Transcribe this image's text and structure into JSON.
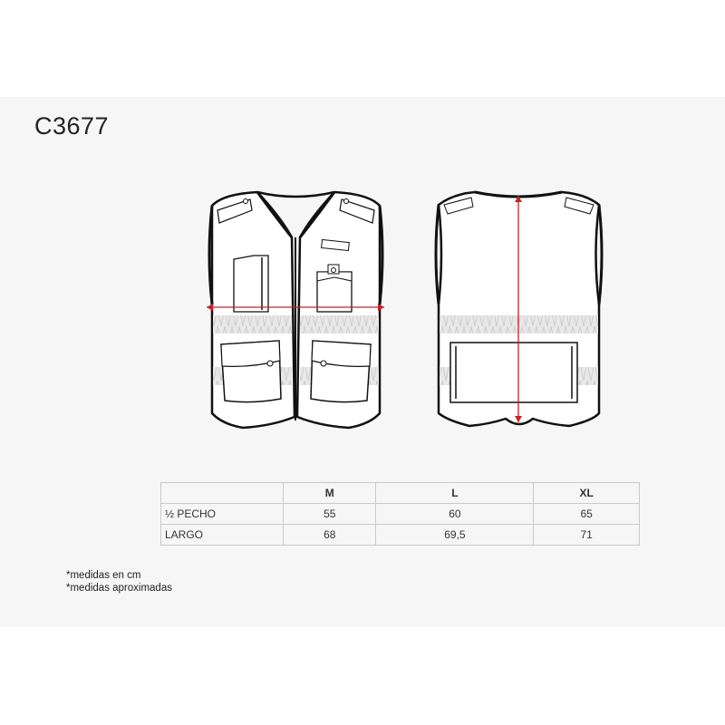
{
  "product_code": "C3677",
  "table": {
    "columns": [
      "M",
      "L",
      "XL"
    ],
    "rows": [
      {
        "label": "½  PECHO",
        "values": [
          "55",
          "60",
          "65"
        ]
      },
      {
        "label": "LARGO",
        "values": [
          "68",
          "69,5",
          "71"
        ]
      }
    ]
  },
  "notes": [
    "*medidas en cm",
    "*medidas aproximadas"
  ],
  "colors": {
    "measure_line": "#c8202a",
    "outline": "#111111",
    "reflective_band": "#e6e6e6"
  }
}
